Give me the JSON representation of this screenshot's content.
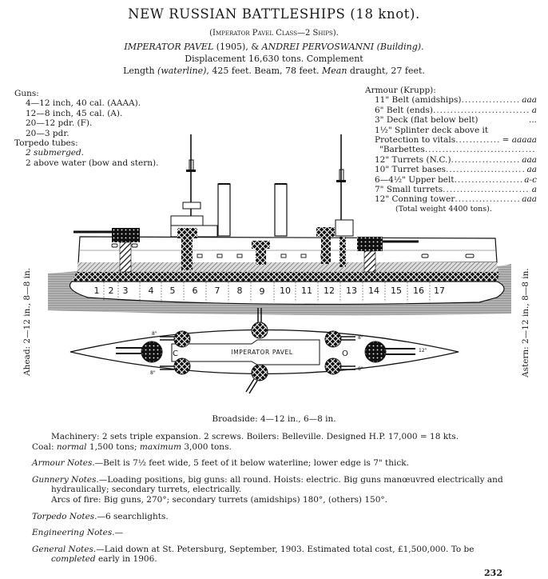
{
  "header": {
    "title": "NEW RUSSIAN BATTLESHIPS (18 knot).",
    "class_line": "(Imperator Pavel Class—2 Ships).",
    "ship1": "IMPERATOR PAVEL",
    "ship1_year": "(1905), &",
    "ship2": "ANDREI PERVOSWANNI",
    "ship2_status": "(Building).",
    "displacement": "Displacement 16,630 tons.   Complement",
    "length_label": "Length",
    "length_qual": "(waterline)",
    "length_rest": ", 425 feet.   Beam, 78 feet.",
    "draught_qual": "Mean",
    "draught_rest": " draught, 27 feet."
  },
  "guns": {
    "heading": "Guns:",
    "items": [
      "4—12 inch, 40 cal. (AAAA).",
      "12—8 inch, 45 cal. (A).",
      "20—12 pdr. (F).",
      "20—3 pdr."
    ],
    "torpedo_heading": "Torpedo tubes:",
    "torpedo_items": [
      "2 submerged.",
      "2 above water (bow and stern)."
    ]
  },
  "armour": {
    "heading": "Armour (Krupp):",
    "items": [
      {
        "label": "11\" Belt (amidships)",
        "value": "aaa"
      },
      {
        "label": "6\" Belt (ends)",
        "value": "a"
      },
      {
        "label": "3\" Deck (flat below belt)",
        "value": "..."
      },
      {
        "label": "1½\" Splinter deck above it",
        "value": ""
      },
      {
        "label": "Protection to vitals",
        "value": "= aaaaa"
      },
      {
        "label": "\"Barbettes",
        "value": ""
      },
      {
        "label": "12\" Turrets (N.C.)",
        "value": "aaa"
      },
      {
        "label": "10\" Turret bases",
        "value": "aa"
      },
      {
        "label": "6—4½\" Upper belt",
        "value": "a-c"
      },
      {
        "label": "7\" Small turrets",
        "value": "a"
      },
      {
        "label": "12\" Conning tower",
        "value": "aaa"
      }
    ],
    "total": "(Total weight 4400 tons)."
  },
  "drawing": {
    "ahead": "Ahead: 2—12 in., 8—8 in.",
    "astern": "Astern: 2—12 in., 8—8 in.",
    "plan_label": "IMPERATOR PAVEL",
    "compartments": [
      "1",
      "2",
      "3",
      "4",
      "5",
      "6",
      "7",
      "8",
      "9",
      "10",
      "11",
      "12",
      "13",
      "14",
      "15",
      "16",
      "17"
    ],
    "gun_labels": {
      "fwd_main": "12\"",
      "aft_main": "12\"",
      "secondary": "8\""
    },
    "broadside": "Broadside: 4—12 in., 6—8 in."
  },
  "notes": {
    "machinery": "Machinery: 2 sets triple expansion. 2 screws. Boilers: Belleville. Designed H.P. 17,000 = 18 kts.",
    "coal_label": "Coal:",
    "coal_normal_q": "normal",
    "coal_normal": " 1,500 tons;",
    "coal_max_q": "maximum",
    "coal_max": " 3,000 tons.",
    "armour_label": "Armour Notes.",
    "armour_text": "—Belt is 7½ feet wide, 5 feet of it below waterline; lower edge is 7\" thick.",
    "gunnery_label": "Gunnery Notes.",
    "gunnery_text": "—Loading positions, big guns: all round. Hoists: electric. Big guns manœuvred electrically and hydraulically; secondary turrets, electrically.",
    "arcs_text": "Arcs of fire: Big guns, 270°; secondary turrets (amidships) 180°, (others) 150°.",
    "torpedo_label": "Torpedo Notes.",
    "torpedo_text": "—6 searchlights.",
    "engineering_label": "Engineering Notes.—",
    "general_label": "General Notes.",
    "general_text": "—Laid down at St. Petersburg, September, 1903. Estimated total cost, £1,500,000. To be",
    "general_q": "completed",
    "general_end": " early in 1906."
  },
  "page_number": "232"
}
